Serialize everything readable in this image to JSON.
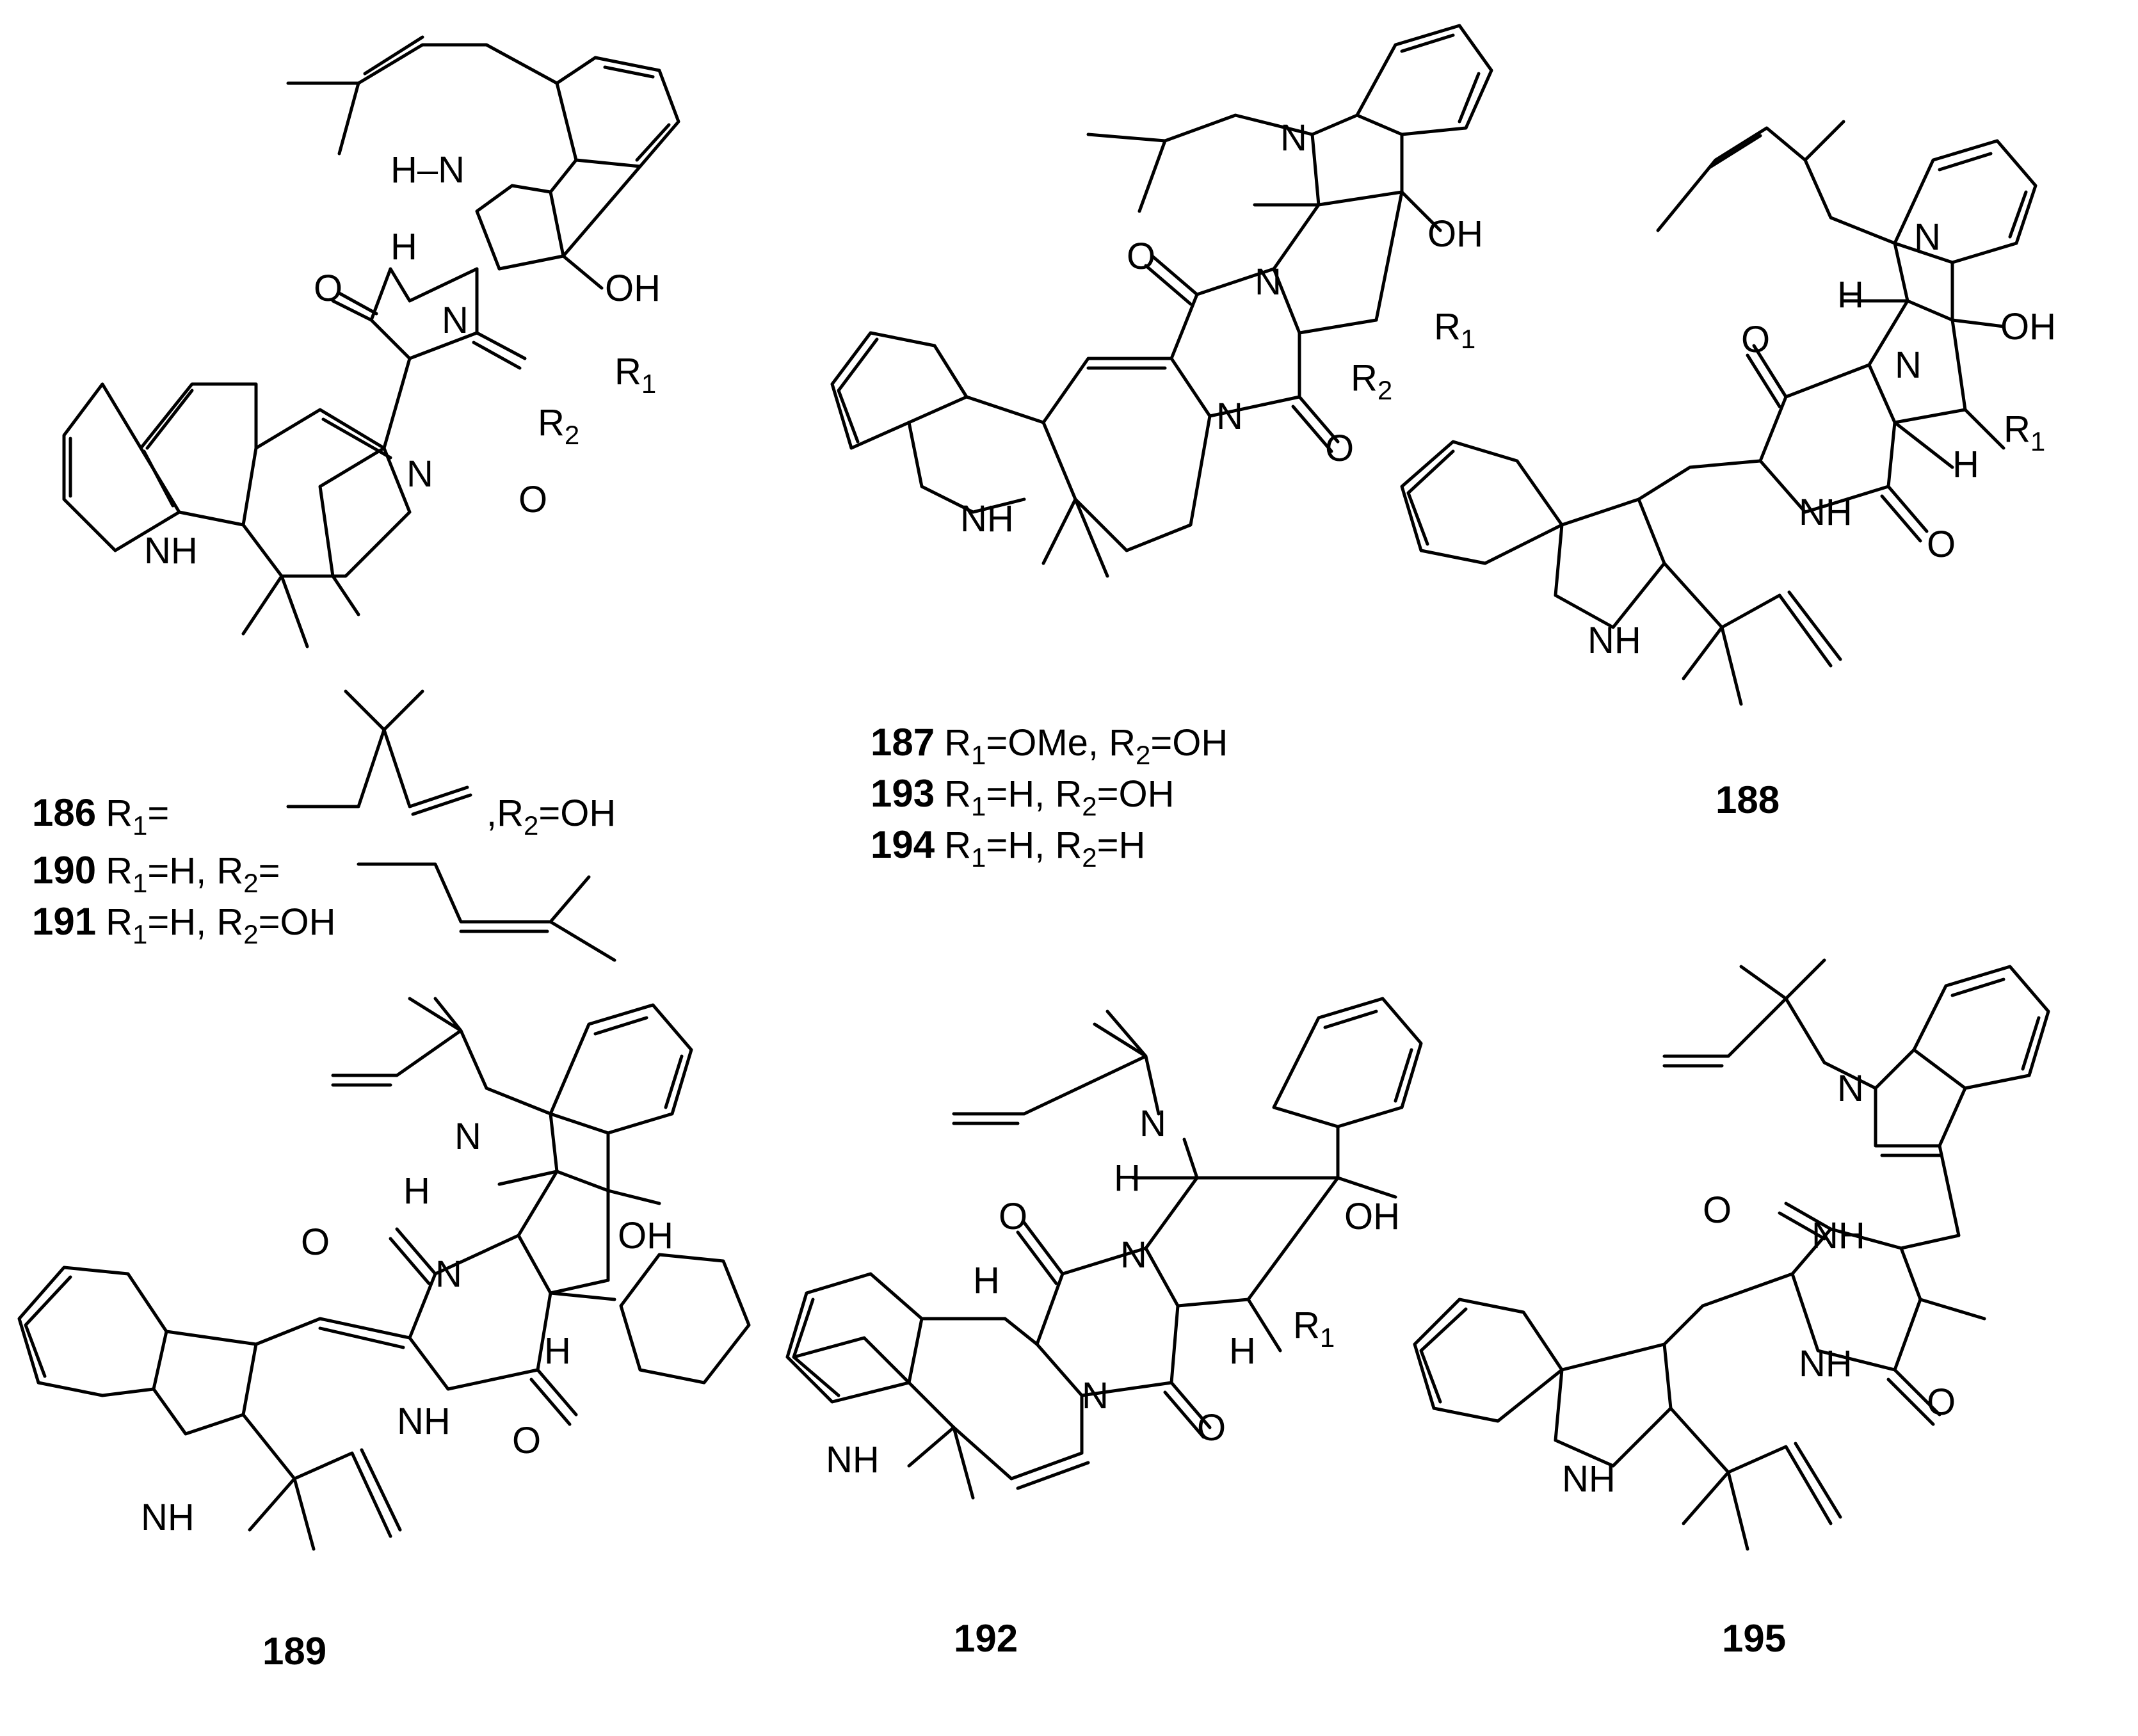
{
  "compounds": {
    "c186": {
      "id": "186",
      "label": "186"
    },
    "c187": {
      "id": "187",
      "label": "187"
    },
    "c188": {
      "id": "188",
      "label": "188"
    },
    "c189": {
      "id": "189",
      "label": "189"
    },
    "c190": {
      "id": "190",
      "label": "190"
    },
    "c191": {
      "id": "191",
      "label": "191"
    },
    "c192": {
      "id": "192",
      "label": "192"
    },
    "c193": {
      "id": "193",
      "label": "193"
    },
    "c194": {
      "id": "194",
      "label": "194"
    },
    "c195": {
      "id": "195",
      "label": "195"
    }
  },
  "captions": {
    "r186_a": "R",
    "r186_a_sub": "1",
    "r186_a_eq": "=",
    "r186_b": ",R",
    "r186_b_sub": "2",
    "r186_b_eq": "=OH",
    "r190": "R",
    "r190_s1": "1",
    "r190_mid": "=H, R",
    "r190_s2": "2",
    "r190_end": "=",
    "r191": "R",
    "r191_s1": "1",
    "r191_mid": "=H, R",
    "r191_s2": "2",
    "r191_end": "=OH",
    "r187": "R",
    "r187_s1": "1",
    "r187_mid": "=OMe, R",
    "r187_s2": "2",
    "r187_end": "=OH",
    "r193": "R",
    "r193_s1": "1",
    "r193_mid": "=H, R",
    "r193_s2": "2",
    "r193_end": "=OH",
    "r194": "R",
    "r194_s1": "1",
    "r194_mid": "=H, R",
    "r194_s2": "2",
    "r194_end": "=H"
  },
  "atoms": {
    "N": "N",
    "NH": "NH",
    "H": "H",
    "HN": "H–N",
    "O": "O",
    "OH": "OH",
    "R": "R",
    "sub1": "1",
    "sub2": "2"
  }
}
